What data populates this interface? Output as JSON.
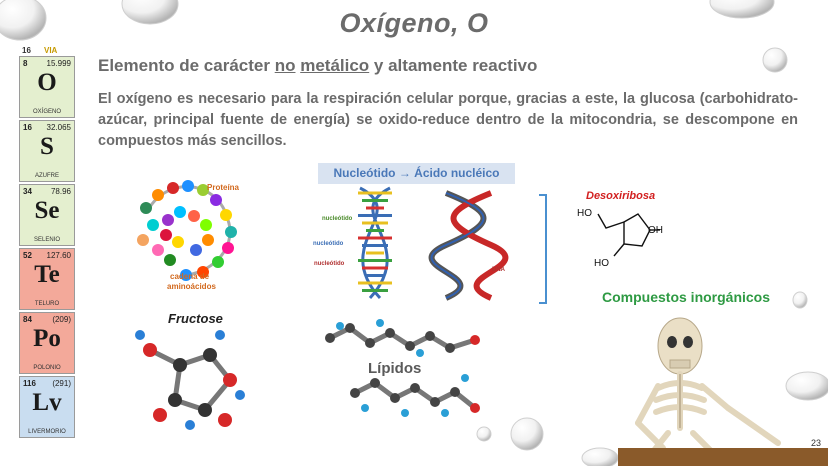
{
  "slide": {
    "title": "Oxígeno, O",
    "subtitle_pre": "Elemento de carácter ",
    "subtitle_no": "no",
    "subtitle_metalico": "metálico",
    "subtitle_post": " y altamente reactivo",
    "paragraph": "El oxígeno es necesario para la respiración celular porque, gracias a este, la glucosa (carbohidrato-azúcar, principal fuente de energía) se oxido-reduce dentro de la mitocondria, se descompone en compuestos más sencillos.",
    "page_number": "23"
  },
  "periodic_table": {
    "group_number": "16",
    "group_label": "VIA",
    "elements": [
      {
        "number": "8",
        "mass": "15.999",
        "symbol": "O",
        "name": "OXÍGENO",
        "color": "#e4efcf"
      },
      {
        "number": "16",
        "mass": "32.065",
        "symbol": "S",
        "name": "AZUFRE",
        "color": "#e4efcf"
      },
      {
        "number": "34",
        "mass": "78.96",
        "symbol": "Se",
        "name": "SELENIO",
        "color": "#e4efcf"
      },
      {
        "number": "52",
        "mass": "127.60",
        "symbol": "Te",
        "name": "TELURO",
        "color": "#f3a99a"
      },
      {
        "number": "84",
        "mass": "(209)",
        "symbol": "Po",
        "name": "POLONIO",
        "color": "#f3a99a"
      },
      {
        "number": "116",
        "mass": "(291)",
        "symbol": "Lv",
        "name": "LIVERMORIO",
        "color": "#c9ddf0"
      }
    ]
  },
  "figures": {
    "protein_label": "Proteína",
    "amino_label_1": "cadena de",
    "amino_label_2": "aminoácidos",
    "fructose_label": "Fructose",
    "nucleotide_bar": "Nucleótido  →  Ácido nucléico",
    "nucleotido_1": "nucleótido",
    "nucleotido_2": "nucleótido",
    "nucleotido_3": "nucleótido",
    "dna_label": "DNA",
    "lipidos_label": "Lípidos",
    "desoxirribosa_label": "Desoxiribosa",
    "ho_top": "HO",
    "oh_right": "OH",
    "ho_bottom": "HO",
    "inorganic_label": "Compuestos inorgánicos"
  },
  "colors": {
    "text_gray": "#6b6b6b",
    "accent_blue": "#4a78b8",
    "accent_red": "#d22020",
    "accent_green": "#2e9a43"
  }
}
